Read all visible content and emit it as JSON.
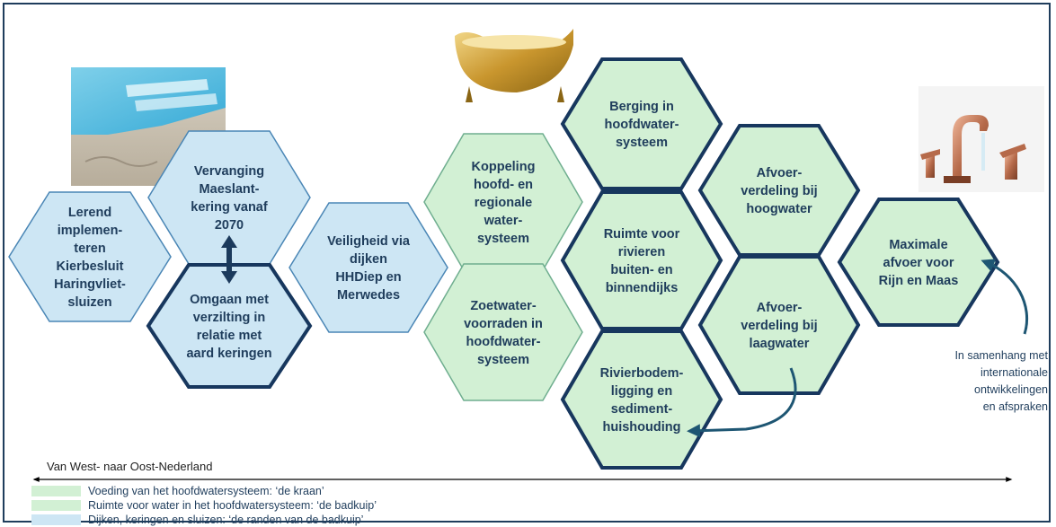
{
  "colors": {
    "frame": "#1f3d5c",
    "blue_fill": "#cde6f4",
    "blue_stroke": "#4a86b5",
    "green_fill": "#d2f0d4",
    "dark_stroke": "#17375e",
    "text": "#1f3d5c"
  },
  "hexagons": [
    {
      "id": "lerend",
      "category": "randen",
      "lines": [
        "Lerend",
        "implemen-",
        "teren",
        "Kierbesluit",
        "Haringvliet-",
        "sluizen"
      ]
    },
    {
      "id": "vervanging",
      "category": "randen",
      "lines": [
        "Vervanging",
        "Maeslant-",
        "kering vanaf",
        "2070"
      ]
    },
    {
      "id": "omgaan",
      "category": "randen",
      "lines": [
        "Omgaan met",
        "verzilting in",
        "relatie met",
        "aard keringen"
      ]
    },
    {
      "id": "veiligheid",
      "category": "randen",
      "lines": [
        "Veiligheid via",
        "dijken",
        "HHDiep en",
        "Merwedes"
      ]
    },
    {
      "id": "koppeling",
      "category": "badkuip",
      "lines": [
        "Koppeling",
        "hoofd- en",
        "regionale",
        "water-",
        "systeem"
      ]
    },
    {
      "id": "zoetwater",
      "category": "badkuip",
      "lines": [
        "Zoetwater-",
        "voorraden in",
        "hoofdwater-",
        "systeem"
      ]
    },
    {
      "id": "berging",
      "category": "badkuip",
      "lines": [
        "Berging in",
        "hoofdwater-",
        "systeem"
      ]
    },
    {
      "id": "ruimte",
      "category": "badkuip",
      "lines": [
        "Ruimte voor",
        "rivieren",
        "buiten- en",
        "binnendijks"
      ]
    },
    {
      "id": "rivierbodem",
      "category": "badkuip",
      "lines": [
        "Rivierbodem-",
        "ligging en",
        "sediment-",
        "huishouding"
      ]
    },
    {
      "id": "afvoer_hoog",
      "category": "kraan",
      "lines": [
        "Afvoer-",
        "verdeling bij",
        "hoogwater"
      ]
    },
    {
      "id": "afvoer_laag",
      "category": "kraan",
      "lines": [
        "Afvoer-",
        "verdeling bij",
        "laagwater"
      ]
    },
    {
      "id": "maximale",
      "category": "kraan",
      "lines": [
        "Maximale",
        "afvoer voor",
        "Rijn en Maas"
      ]
    }
  ],
  "axis": {
    "label": "Van West- naar Oost-Nederland"
  },
  "note": {
    "lines": [
      "In samenhang met",
      "internationale",
      "ontwikkelingen",
      "en afspraken"
    ]
  },
  "legend": [
    {
      "label": "Voeding van het hoofdwatersysteem: ‘de kraan’",
      "color": "#d2f0d4"
    },
    {
      "label": "Ruimte voor water in het hoofdwatersysteem: ‘de badkuip’",
      "color": "#d2f0d4"
    },
    {
      "label": "Dijken, keringen en sluizen: ‘de randen van de badkuip’",
      "color": "#cde6f4"
    }
  ],
  "images": [
    {
      "name": "pool-photo",
      "subject": "swimming pool edge"
    },
    {
      "name": "bathtub-photo",
      "subject": "golden clawfoot bathtub"
    },
    {
      "name": "faucet-photo",
      "subject": "copper faucet"
    }
  ]
}
